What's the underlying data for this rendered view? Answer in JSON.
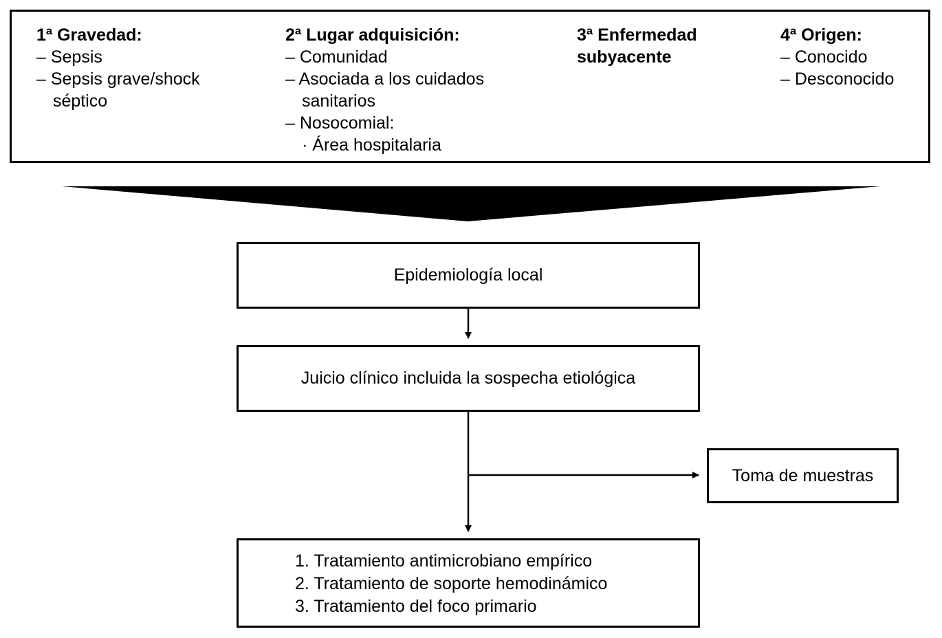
{
  "criteria": {
    "gravedad": {
      "title": "1ª Gravedad:",
      "items": [
        "– Sepsis",
        "– Sepsis grave/shock séptico"
      ]
    },
    "lugar": {
      "title": "2ª Lugar adquisición:",
      "items": [
        "– Comunidad",
        "– Asociada a los cuidados sanitarios",
        "– Nosocomial:"
      ],
      "subitem": "· Área hospitalaria"
    },
    "enfermedad": {
      "title_line1": "3ª Enfermedad",
      "title_line2": "subyacente"
    },
    "origen": {
      "title": "4ª Origen:",
      "items": [
        "– Conocido",
        "– Desconocido"
      ]
    }
  },
  "flow": {
    "epidemiologia": "Epidemiología local",
    "juicio": "Juicio clínico incluida la sospecha etiológica",
    "toma": "Toma de muestras",
    "tratamientos": [
      "1. Tratamiento antimicrobiano empírico",
      "2. Tratamiento de soporte hemodinámico",
      "3. Tratamiento del foco primario"
    ]
  }
}
